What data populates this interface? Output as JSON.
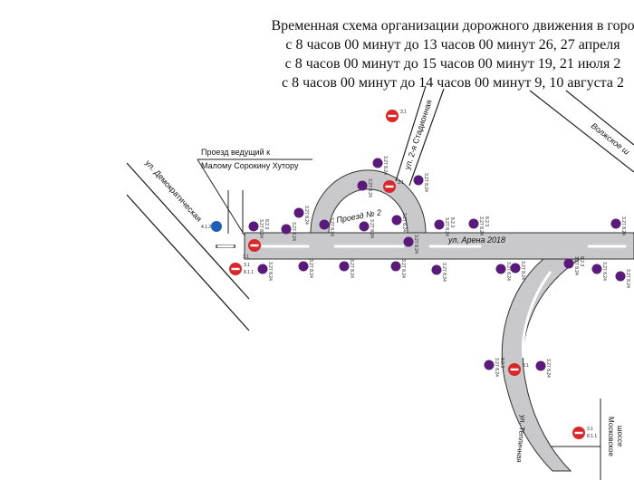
{
  "header": {
    "title": "Временная схема организации дорожного движения в горо",
    "lines": [
      "с 8 часов 00 минут до 13 часов 00 минут 26, 27 апреля",
      "с 8 часов 00 минут до 15 часов 00 минут 19, 21 июля 2",
      "с 8 часов 00 минут до 14 часов 00 минут 9, 10 августа 2"
    ]
  },
  "streets": {
    "demokraticheskaya": "ул. Демократическая",
    "proezd_line1": "Проезд ведущий к",
    "proezd_line2": "Малому Сорокину Хутору",
    "proezd2": "Проезд № 2",
    "stadionnaya": "ул. 2-я Стадионная",
    "arena": "ул. Арена 2018",
    "volzhskoe": "Волжское ш",
    "moskovskoe1": "Московское",
    "moskovskoe2": "шоссе",
    "curved": "ул. Тепличная"
  },
  "sign_codes": {
    "no_stopping": "3.27",
    "tow": "8.24",
    "direction": "8.2.3",
    "no_entry": "3.1",
    "length": "8.1.1",
    "roundabout": "4.1.2"
  },
  "colors": {
    "road": "#c9c9cb",
    "no_stopping_sign": "#5a1a7a",
    "no_entry_sign": "#d8282a",
    "info_sign": "#1f5fb8"
  }
}
